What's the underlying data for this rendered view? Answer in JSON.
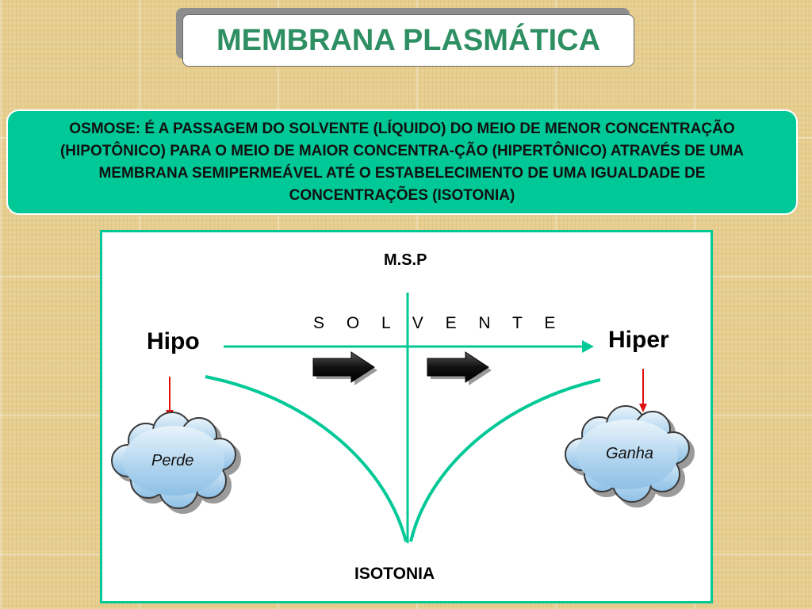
{
  "header": {
    "title": "MEMBRANA PLASMÁTICA"
  },
  "definition": {
    "text": "OSMOSE: É A PASSAGEM DO SOLVENTE (LÍQUIDO) DO MEIO DE MENOR CONCENTRAÇÃO (HIPOTÔNICO) PARA O MEIO DE MAIOR CONCENTRA-ÇÃO (HIPERTÔNICO) ATRAVÉS DE UMA MEMBRANA SEMIPERMEÁVEL ATÉ O ESTABELECIMENTO DE UMA IGUALDADE DE CONCENTRAÇÕES (ISOTONIA)"
  },
  "diagram": {
    "membrane_label": "M.S.P",
    "solvent_label": "S O L V E N T E",
    "left_label": "Hipo",
    "right_label": "Hiper",
    "bottom_label": "ISOTONIA",
    "left_cloud_label": "Perde",
    "right_cloud_label": "Ganha"
  },
  "colors": {
    "accent_green": "#00c896",
    "title_green": "#2e8f63",
    "arrow_red": "#e01010",
    "background": "#e6cd8d"
  },
  "icons": {
    "solvent_flow": "right-arrow-icon",
    "indicator": "down-arrow-icon",
    "cloud": "cloud-icon"
  }
}
